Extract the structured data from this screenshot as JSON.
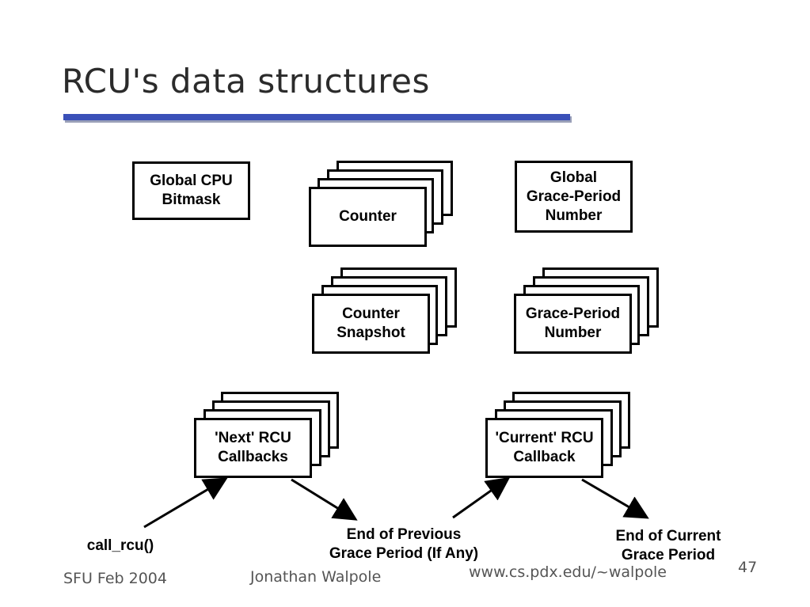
{
  "slide": {
    "title": "RCU's data structures",
    "page_number": "47"
  },
  "boxes": {
    "global_cpu_bitmask": "Global CPU\nBitmask",
    "counter": "Counter",
    "global_gp_number": "Global\nGrace-Period\nNumber",
    "counter_snapshot": "Counter\nSnapshot",
    "gp_number": "Grace-Period\nNumber",
    "next_callbacks": "'Next' RCU\nCallbacks",
    "current_callback": "'Current' RCU\nCallback"
  },
  "labels": {
    "call_rcu": "call_rcu()",
    "end_previous": "End of Previous\nGrace Period (If Any)",
    "end_current": "End of Current\nGrace Period"
  },
  "footer": {
    "left": "SFU Feb 2004",
    "center": "Jonathan Walpole",
    "url": "www.cs.pdx.edu/~walpole"
  }
}
